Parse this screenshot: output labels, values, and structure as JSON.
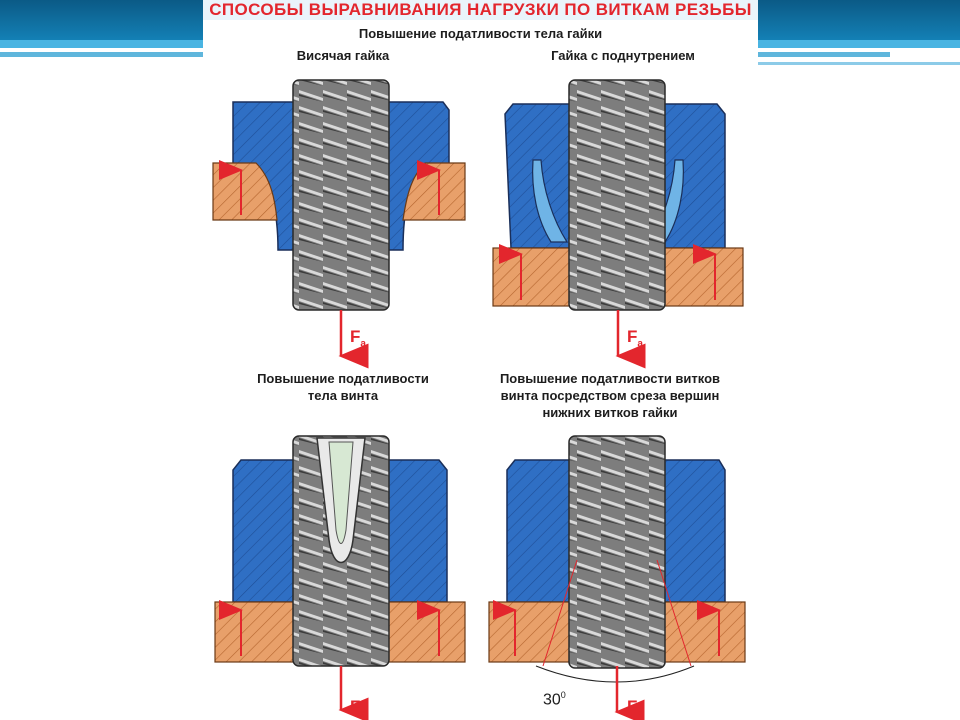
{
  "title": "СПОСОБЫ ВЫРАВНИВАНИЯ НАГРУЗКИ ПО ВИТКАМ РЕЗЬБЫ",
  "sections": {
    "nut_body": {
      "heading": "Повышение податливости тела гайки"
    },
    "hanging_nut": {
      "label": "Висячая гайка"
    },
    "undercut_nut": {
      "label": "Гайка с поднутрением"
    },
    "screw_body": {
      "heading_line1": "Повышение податливости",
      "heading_line2": "тела винта"
    },
    "screw_threads": {
      "heading_line1": "Повышение податливости витков",
      "heading_line2": "винта посредством среза вершин",
      "heading_line3": "нижних витков гайки"
    }
  },
  "force": {
    "symbol": "F",
    "subscript": "a"
  },
  "angle_label": {
    "value": "30",
    "unit": "0"
  },
  "colors": {
    "nut": "#2f6fc4",
    "support": "#e8a06a",
    "arrow": "#e3262d",
    "screw": "#8a8a8a",
    "title": "#e3262d"
  }
}
